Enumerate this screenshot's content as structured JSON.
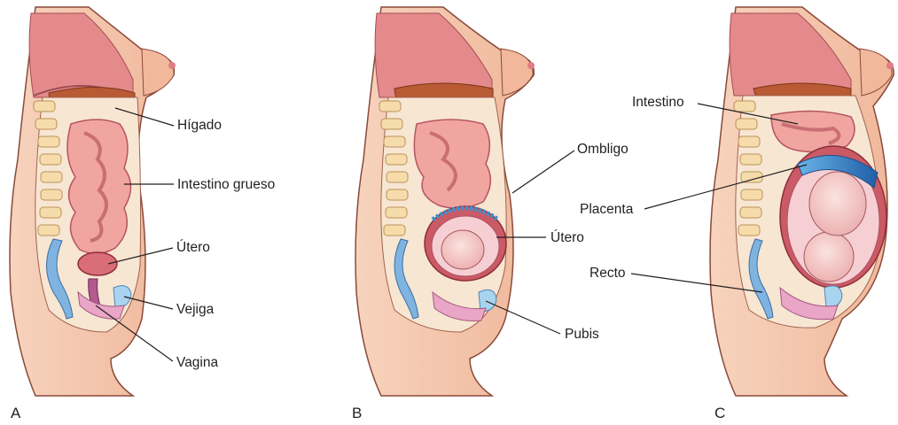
{
  "panels": {
    "a": {
      "letter": "A",
      "labels": {
        "liver": "Hígado",
        "large_intestine": "Intestino grueso",
        "uterus": "Útero",
        "bladder": "Vejiga",
        "vagina": "Vagina"
      }
    },
    "b": {
      "letter": "B",
      "labels": {
        "navel": "Ombligo",
        "uterus": "Útero",
        "pubis": "Pubis"
      }
    },
    "c": {
      "letter": "C",
      "labels": {
        "intestine": "Intestino",
        "placenta": "Placenta",
        "rectum": "Recto"
      }
    }
  },
  "colors": {
    "skin": "#f3c3a8",
    "skin_outline": "#8a4a3a",
    "thorax": "#e48a8c",
    "liver": "#b85a34",
    "intestine": "#f0a5a0",
    "intestine_dark": "#c96e74",
    "spine": "#f6dcaa",
    "uterus": "#c95a66",
    "amniotic": "#f6cfd4",
    "placenta": "#3a8fd0",
    "bladder": "#a9d4ef",
    "rectum": "#7fb3e0",
    "vagina_vessels": "#8a3d8f",
    "pelvic_floor": "#e9a6c6"
  }
}
